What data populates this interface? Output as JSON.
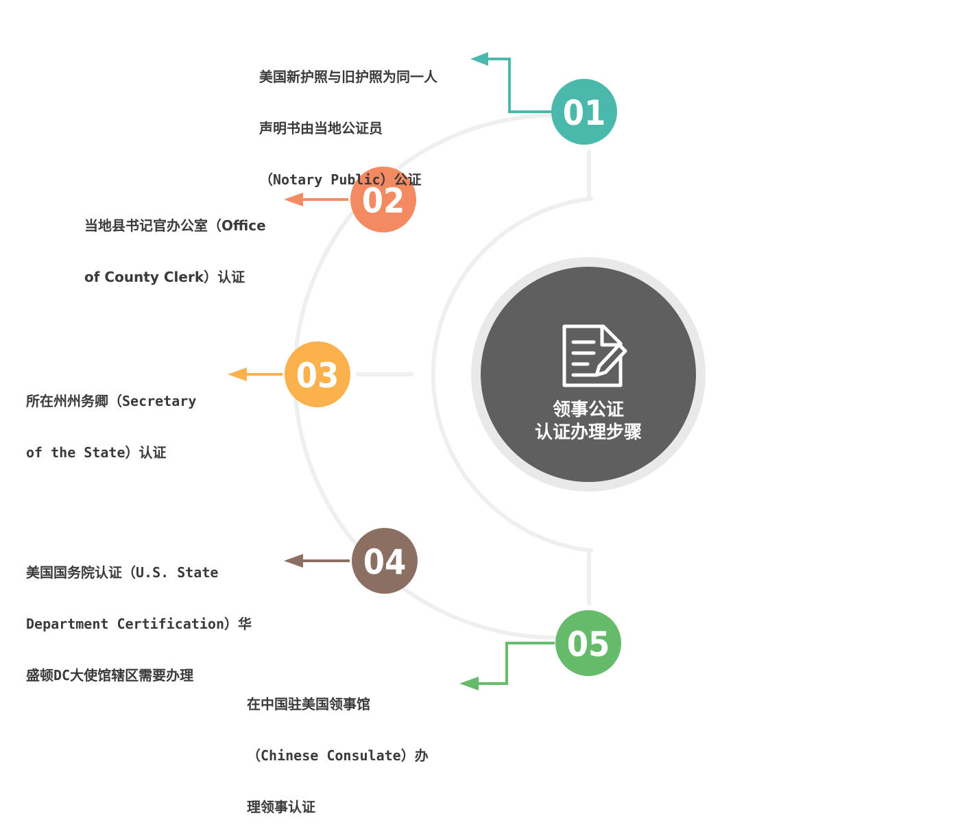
{
  "center": {
    "title_line1": "领事公证",
    "title_line2": "认证办理步骤",
    "icon": "document-edit-icon"
  },
  "steps": [
    {
      "number": "01",
      "color": "#4bb8ac",
      "lines": [
        "美国新护照与旧护照为同一人",
        "声明书由当地公证员",
        "（Notary Public）公证"
      ]
    },
    {
      "number": "02",
      "color": "#f48a61",
      "lines": [
        "当地县书记官办公室（Office",
        "of County Clerk）认证"
      ]
    },
    {
      "number": "03",
      "color": "#fbb24d",
      "lines": [
        "所在州州务卿（Secretary",
        "of the State）认证"
      ]
    },
    {
      "number": "04",
      "color": "#8b6f62",
      "lines": [
        "美国国务院认证（U.S. State",
        "Department Certification）华",
        "盛顿DC大使馆辖区需要办理"
      ]
    },
    {
      "number": "05",
      "color": "#66bb6a",
      "lines": [
        "在中国驻美国领事馆",
        "（Chinese Consulate）办",
        "理领事认证"
      ]
    }
  ],
  "colors": {
    "track": "#efefef",
    "center_fill": "#5f5f5f",
    "center_ring": "#e9e9e9"
  }
}
